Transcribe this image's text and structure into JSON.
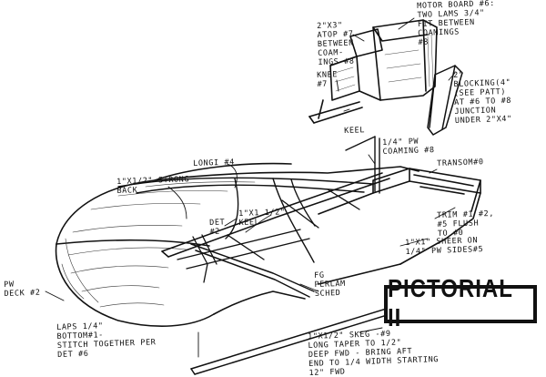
{
  "title": "PICTORIAL II",
  "labels": {
    "motor_board": "MOTOR BOARD #6:\nTWO LAMS 3/4\"\nFIT BETWEEN\nCOAMINGS\n#8",
    "two_by_four": "2\"X3\"\nATOP #7\nBETWEEN\nCOAM-\nINGS #8",
    "knee": "KNEE\n#7",
    "blocking": "2\"\nBLOCKING(4\"\n(SEE PATT)\nAT #6 TO #8\nJUNCTION\nUNDER 2\"X4\"",
    "keel_top": "KEEL",
    "coaming": "1/4\" PW\nCOAMING #8",
    "transom": "TRANSOM#0",
    "longi": "LONGI #4",
    "strong_back": "1\"X1/2\" STRONG\nBACK",
    "det2": "DET\n#2",
    "keel_mid": "1\"X1 1/2\"\nKEEL",
    "trim": "TRIM #1 #2,\n#5 FLUSH\nTO #0",
    "skeg_sides": "1\"X1\" SHEER ON\n1/4\" PW SIDES#5",
    "pw_deck": "PW\nDECK #2",
    "fg_perlam": "FG\nPERLAM\nSCHED",
    "laps": "LAPS 1/4\"\nBOTTOM#1-\nSTITCH TOGETHER PER\nDET #6",
    "skeg": "1\"X1/2\" SKEG -#9\nLONG TAPER TO 1/2\"\nDEEP FWD - BRING AFT\nEND TO 1/4 WIDTH STARTING\n12\" FWD"
  }
}
